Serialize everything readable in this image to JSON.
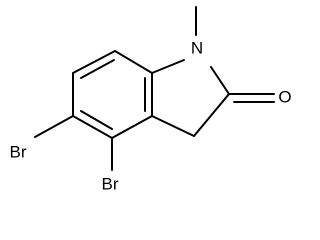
{
  "molecule": {
    "atoms": {
      "nitrogen": "N",
      "oxygen": "O",
      "bromine_top": "Br",
      "bromine_bottom": "Br"
    }
  }
}
